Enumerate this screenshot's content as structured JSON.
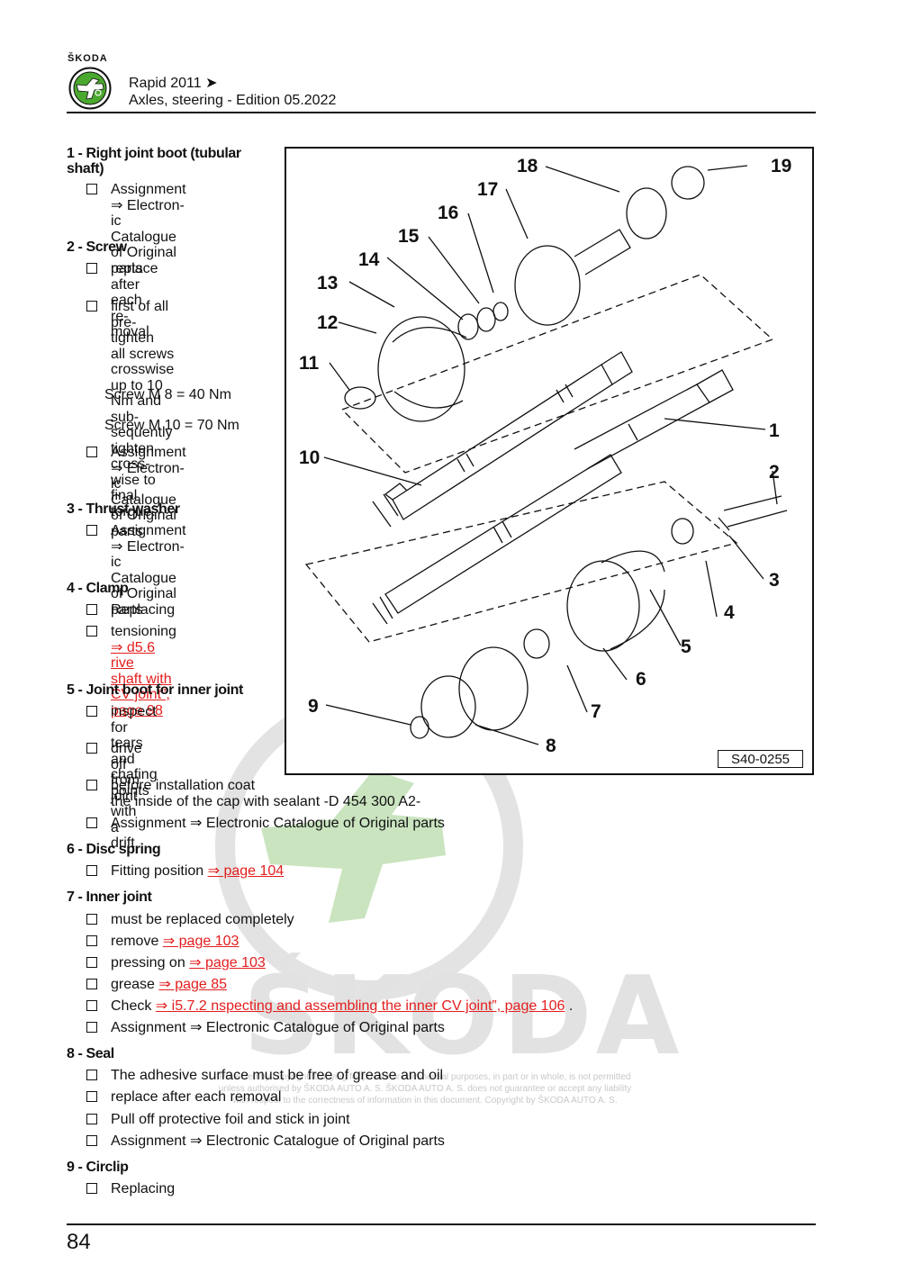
{
  "header": {
    "brand": "ŠKODA",
    "model": "Rapid 2011 ➤",
    "title": "Axles, steering - Edition 05.2022"
  },
  "figure": {
    "reference": "S40-0255",
    "labels": [
      "1",
      "2",
      "3",
      "4",
      "5",
      "6",
      "7",
      "8",
      "9",
      "10",
      "11",
      "12",
      "13",
      "14",
      "15",
      "16",
      "17",
      "18",
      "19"
    ]
  },
  "watermark": {
    "brand": "ŠKODA",
    "notice_1": "Protected by copyright. Copying for private or commercial purposes, in part or in whole, is not permitted",
    "notice_2": "unless authorised by ŠKODA AUTO A. S. ŠKODA AUTO A. S. does not guarantee or accept any liability",
    "notice_3": "with respect to the correctness of information in this document. Copyright by ŠKODA AUTO A. S."
  },
  "items": {
    "i1": {
      "title_a": "1 - Right joint boot (tubular",
      "title_b": "shaft)",
      "b1": [
        "Assignment ⇒ Electron-",
        "ic Catalogue of Original",
        "parts"
      ]
    },
    "i2": {
      "title": "2 - Screw",
      "b1": [
        "replace after each re-",
        "moval"
      ],
      "b2": [
        "first of all pre-tighten",
        "all screws crosswise",
        "up to 10 Nm and sub-",
        "sequently tighten cross-",
        "wise to final torque:"
      ],
      "torque1": "Screw M 8 = 40 Nm",
      "torque2": "Screw M 10 = 70 Nm",
      "b3": [
        "Assignment ⇒ Electron-",
        "ic Catalogue of Original",
        "parts"
      ]
    },
    "i3": {
      "title": "3 - Thrust washer",
      "b1": [
        "Assignment ⇒ Electron-",
        "ic Catalogue of Original",
        "parts"
      ]
    },
    "i4": {
      "title": "4 - Clamp",
      "b1": "Replacing",
      "b2_text": "tensioning ",
      "b2_link": [
        "⇒ d5.6 rive",
        "shaft with CV joint”,",
        "page 98"
      ]
    },
    "i5": {
      "title": "5 - Joint boot for inner joint",
      "b1": [
        "inspect for tears and",
        "chafing points"
      ],
      "b2": [
        "drive off from joint with",
        "a drift"
      ],
      "b3": [
        "before installation coat",
        "the inside of the cap with sealant -D 454 300 A2-"
      ],
      "b4": "Assignment ⇒ Electronic Catalogue of Original parts"
    },
    "i6": {
      "title": "6 - Disc spring",
      "b1_text": "Fitting position ",
      "b1_link": "⇒ page 104"
    },
    "i7": {
      "title": "7 - Inner joint",
      "b1": "must be replaced completely",
      "b2_text": "remove ",
      "b2_link": "⇒ page 103",
      "b3_text": "pressing on ",
      "b3_link": "⇒ page 103",
      "b4_text": "grease ",
      "b4_link": "⇒ page 85",
      "b5_text": "Check ",
      "b5_link": "⇒ i5.7.2 nspecting and assembling the inner CV joint”, page 106",
      "b5_after": " .",
      "b6": "Assignment ⇒ Electronic Catalogue of Original parts"
    },
    "i8": {
      "title": "8 - Seal",
      "b1": "The adhesive surface must be free of grease and oil",
      "b2": "replace after each removal",
      "b3": "Pull off protective foil and stick in joint",
      "b4": "Assignment ⇒ Electronic Catalogue of Original parts"
    },
    "i9": {
      "title": "9 - Circlip",
      "b1": "Replacing"
    }
  },
  "footer": {
    "page_number": "84"
  },
  "colors": {
    "link": "#e31e1e",
    "logo_green": "#4ba82e",
    "watermark_green": "#c9e4bf"
  }
}
